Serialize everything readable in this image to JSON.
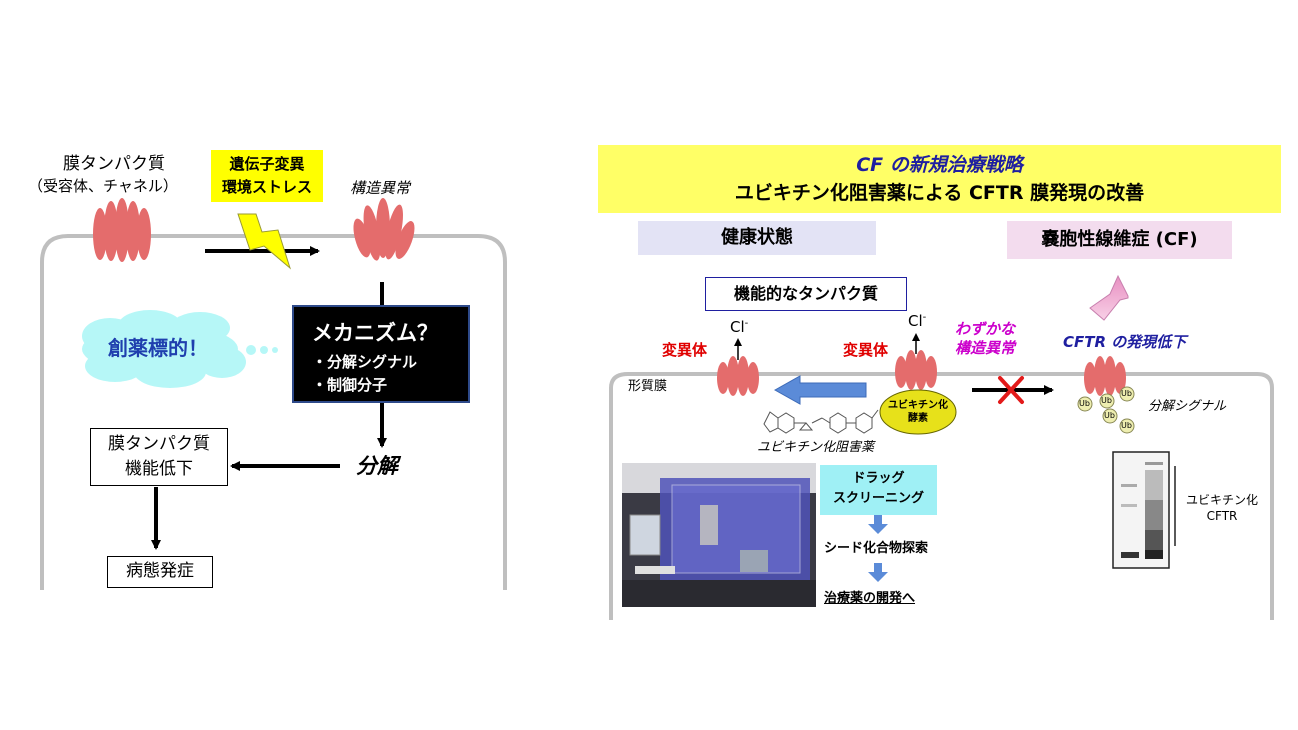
{
  "left": {
    "membrane_protein_title": "膜タンパク質",
    "membrane_protein_examples": "（受容体、チャネル）",
    "stress_line1": "遺伝子変異",
    "stress_line2": "環境ストレス",
    "structural_abnormality": "構造異常",
    "mechanism_title": "メカニズム？",
    "mechanism_item1": "・分解シグナル",
    "mechanism_item2": "・制御分子",
    "drug_target": "創薬標的！",
    "degradation": "分解",
    "function_loss_line1": "膜タンパク質",
    "function_loss_line2": "機能低下",
    "disease_onset": "病態発症"
  },
  "right": {
    "title_line1": "CF の新規治療戦略",
    "title_line2": "ユビキチン化阻害薬による CFTR 膜発現の改善",
    "healthy_state": "健康状態",
    "cf_state": "嚢胞性線維症 (CF)",
    "functional_protein": "機能的なタンパク質",
    "cl_left": "Cl",
    "cl_right": "Cl",
    "cl_superscript": "-",
    "variant_left": "変異体",
    "variant_right": "変異体",
    "slight_line1": "わずかな",
    "slight_line2": "構造異常",
    "cftr_expression_down": "CFTR の発現低下",
    "plasma_membrane": "形質膜",
    "ubiquitinase_line1": "ユビキチン化",
    "ubiquitinase_line2": "酵素",
    "ub_label": "Ub",
    "degradation_signal": "分解シグナル",
    "ubiquitination_inhibitor": "ユビキチン化阻害薬",
    "drug_screening_line1": "ドラッグ",
    "drug_screening_line2": "スクリーニング",
    "seed_compound": "シード化合物探索",
    "therapeutic_dev": "治療薬の開発へ",
    "ub_cftr_line1": "ユビキチン化",
    "ub_cftr_line2": "CFTR"
  },
  "colors": {
    "protein": "#e46c6c",
    "membrane": "#bfbfbf",
    "stress_yellow": "#ffff00",
    "title_yellow": "#ffff66",
    "title_blue": "#1f1fa0",
    "healthy_bg": "#e3e3f5",
    "cf_bg": "#f3dcee",
    "screening_cyan": "#9ff0f5",
    "enzyme_yellow": "#e7e11a",
    "arrow_blue": "#5b8bd8",
    "arrow_pink": "#f0a8cf",
    "cross_red": "#e31a1a",
    "variant_red": "#e00000",
    "slight_magenta": "#cc00cc",
    "drug_target_cyan": "#b6f7f7",
    "drug_target_blue": "#1f3fae"
  },
  "icons": [
    "lightning-bolt-icon",
    "red-x-icon",
    "chemical-structure-icon",
    "lab-robot-photo",
    "western-blot-image"
  ]
}
